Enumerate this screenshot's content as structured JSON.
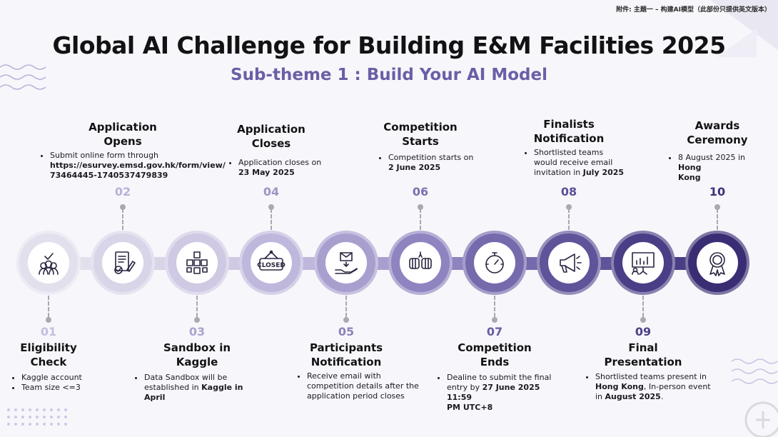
{
  "header_note": "附件: 主題一 – 构建AI模型（此部份只提供英文版本）",
  "title": "Global AI Challenge for Building E&M Facilities 2025",
  "subtitle": "Sub-theme 1 : Build Your AI Model",
  "colors": {
    "subtitle": "#6a5fa6",
    "dark": "#3d2a7a",
    "light": "#d7d3e6"
  },
  "steps": [
    {
      "number": "01",
      "title_lines": [
        "Eligibility",
        "Check"
      ],
      "icon": "checklist-team-icon",
      "bullets": [
        [
          "Kaggle account"
        ],
        [
          "Team size <=3"
        ]
      ]
    },
    {
      "number": "02",
      "title_lines": [
        "Application",
        "Opens"
      ],
      "icon": "form-document-icon",
      "bullets": [
        [
          "Submit online form through",
          "https://esurvey.emsd.gov.hk/form/view/",
          "73464445-1740537479839"
        ]
      ]
    },
    {
      "number": "03",
      "title_lines": [
        "Sandbox in",
        "Kaggle"
      ],
      "icon": "cubes-network-icon",
      "bullets": [
        [
          "Data Sandbox will be",
          "established in ",
          "Kaggle in April"
        ]
      ]
    },
    {
      "number": "04",
      "title_lines": [
        "Application",
        "Closes"
      ],
      "icon": "closed-sign-icon",
      "bullets": [
        [
          "Application closes on",
          "23 May 2025"
        ]
      ]
    },
    {
      "number": "05",
      "title_lines": [
        "Participants",
        "Notification"
      ],
      "icon": "mail-hand-icon",
      "bullets": [
        [
          "Receive email with",
          "competition details after the",
          "application period closes"
        ]
      ]
    },
    {
      "number": "06",
      "title_lines": [
        "Competition",
        "Starts"
      ],
      "icon": "fist-bump-icon",
      "bullets": [
        [
          "Competition starts on",
          "2 June 2025"
        ]
      ]
    },
    {
      "number": "07",
      "title_lines": [
        "Competition",
        "Ends"
      ],
      "icon": "stopwatch-icon",
      "bullets": [
        [
          "Dealine to submit the final",
          "entry by ",
          "27 June 2025 11:59",
          "PM UTC+8"
        ]
      ]
    },
    {
      "number": "08",
      "title_lines": [
        "Finalists",
        "Notification"
      ],
      "icon": "megaphone-icon",
      "bullets": [
        [
          "Shortlisted teams",
          "would receive email",
          "invitation in ",
          "July 2025"
        ]
      ]
    },
    {
      "number": "09",
      "title_lines": [
        "Final",
        "Presentation"
      ],
      "icon": "presentation-board-icon",
      "bullets": [
        [
          "Shortlisted teams present in",
          "Hong Kong",
          ", In-person event",
          "in ",
          "August 2025",
          "."
        ]
      ]
    },
    {
      "number": "10",
      "title_lines": [
        "Awards",
        "Ceremony"
      ],
      "icon": "award-medal-icon",
      "bullets": [
        [
          "8 August 2025 in ",
          "Hong",
          "Kong"
        ]
      ]
    }
  ]
}
